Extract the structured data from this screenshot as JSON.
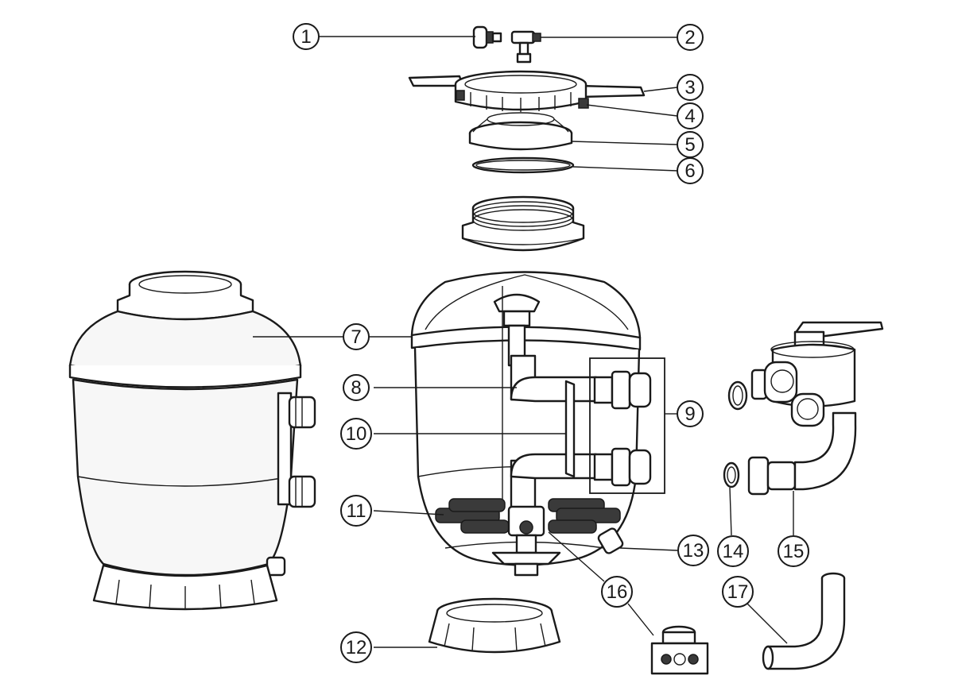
{
  "colors": {
    "line": "#1a1a1a",
    "background": "#ffffff"
  },
  "callouts": [
    {
      "label": "1"
    },
    {
      "label": "2"
    },
    {
      "label": "3"
    },
    {
      "label": "4"
    },
    {
      "label": "5"
    },
    {
      "label": "6"
    },
    {
      "label": "7"
    },
    {
      "label": "8"
    },
    {
      "label": "9"
    },
    {
      "label": "10"
    },
    {
      "label": "11"
    },
    {
      "label": "12"
    },
    {
      "label": "13"
    },
    {
      "label": "14"
    },
    {
      "label": "15"
    },
    {
      "label": "16"
    },
    {
      "label": "17"
    }
  ]
}
